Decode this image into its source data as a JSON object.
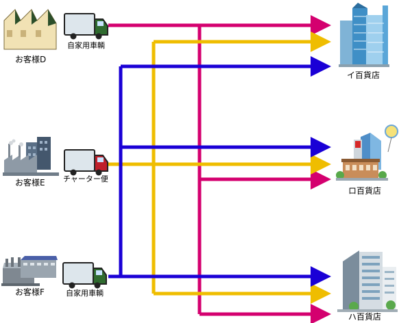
{
  "customers": [
    {
      "label": "お客様D",
      "icon": "factory-sawtooth-icon"
    },
    {
      "label": "お客様E",
      "icon": "factory-plant-icon"
    },
    {
      "label": "お客様F",
      "icon": "factory-warehouse-icon"
    }
  ],
  "vehicles": [
    {
      "label": "自家用車輌",
      "icon": "truck-icon",
      "cab_color": "#2f6b2f"
    },
    {
      "label": "チャーター便",
      "icon": "truck-icon",
      "cab_color": "#c0202a"
    },
    {
      "label": "自家用車輌",
      "icon": "truck-icon",
      "cab_color": "#2f6b2f"
    }
  ],
  "stores": [
    {
      "label": "イ百貨店",
      "icon": "department-store-tower-icon"
    },
    {
      "label": "ロ百貨店",
      "icon": "department-store-mall-icon"
    },
    {
      "label": "ハ百貨店",
      "icon": "department-store-office-icon"
    }
  ],
  "routes": {
    "from_customer_D": {
      "color": "#d4006f"
    },
    "from_customer_E": {
      "color": "#efbd00"
    },
    "from_customer_F": {
      "color": "#1a00d6"
    }
  }
}
